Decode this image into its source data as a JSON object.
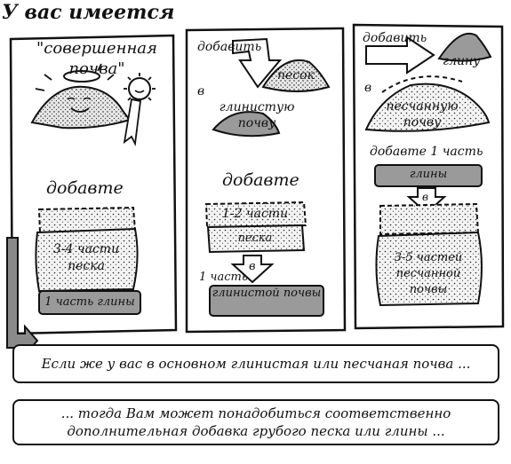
{
  "header": {
    "title": "У вас имеется"
  },
  "panels": [
    {
      "soil_label": "\"совершенная почва\"",
      "add_label": "добавте",
      "layers": [
        "3-4 части песка",
        "1 часть глины"
      ]
    },
    {
      "add_label": "добавить",
      "ingredient": "песок",
      "into_label": "в",
      "target_soil": "глинистую почву",
      "result_label": "добавте",
      "layers": [
        "1-2 части",
        "песка"
      ],
      "arrow_label": "в",
      "base_label": "1 часть",
      "base_layer": "глинистой почвы"
    },
    {
      "add_label": "добавить",
      "ingredient": "глину",
      "into_label": "в",
      "target_soil": "песчанную почву",
      "result_label": "добавте 1 часть",
      "top_layer": "глины",
      "arrow_label": "в",
      "layers": [
        "3-5 частей",
        "песчанной",
        "почвы"
      ]
    }
  ],
  "banners": [
    "Если же у вас в основном глинистая или песчаная почва ...",
    "... тогда Вам может понадобиться соответственно дополнительная добавка грубого песка или глины ..."
  ],
  "colors": {
    "ink": "#111111",
    "paper": "#ffffff",
    "fill_gray": "#9a9a9a",
    "sand": "#e9e9e9"
  }
}
